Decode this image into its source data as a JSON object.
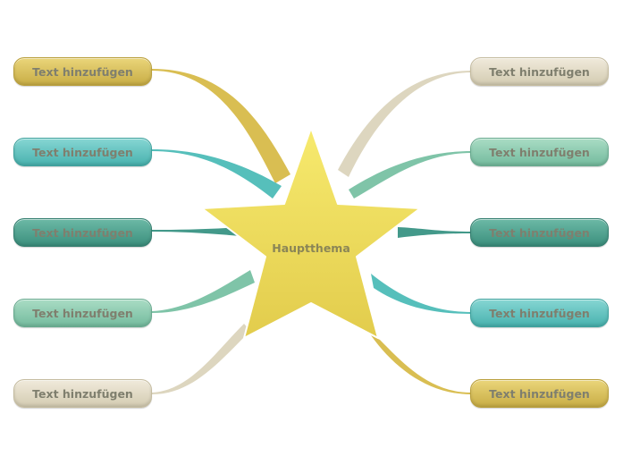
{
  "main_topic": {
    "label": "Hauptthema",
    "color": "#eedc5e"
  },
  "left_topics": [
    {
      "label": "Text hinzufügen",
      "color": "#d9be52"
    },
    {
      "label": "Text hinzufügen",
      "color": "#56bfbb"
    },
    {
      "label": "Text hinzufügen",
      "color": "#43998a"
    },
    {
      "label": "Text hinzufügen",
      "color": "#7fc4a8"
    },
    {
      "label": "Text hinzufügen",
      "color": "#ddd6bf"
    }
  ],
  "right_topics": [
    {
      "label": "Text hinzufügen",
      "color": "#ddd6bf"
    },
    {
      "label": "Text hinzufügen",
      "color": "#7fc4a8"
    },
    {
      "label": "Text hinzufügen",
      "color": "#43998a"
    },
    {
      "label": "Text hinzufügen",
      "color": "#56bfbb"
    },
    {
      "label": "Text hinzufügen",
      "color": "#d9be52"
    }
  ]
}
